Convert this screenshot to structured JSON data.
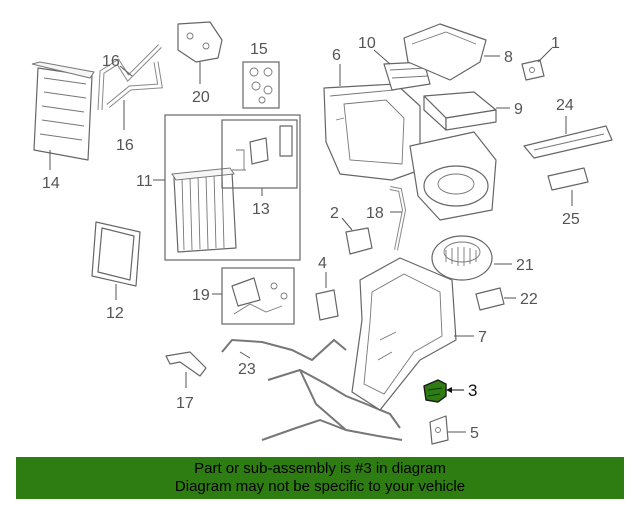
{
  "callouts": {
    "c1": "1",
    "c2": "2",
    "c3": "3",
    "c4": "4",
    "c5": "5",
    "c6": "6",
    "c7": "7",
    "c8": "8",
    "c9": "9",
    "c10": "10",
    "c11": "11",
    "c12": "12",
    "c13": "13",
    "c14": "14",
    "c15": "15",
    "c16a": "16",
    "c16b": "16",
    "c17": "17",
    "c18": "18",
    "c19": "19",
    "c20": "20",
    "c21": "21",
    "c22": "22",
    "c23": "23",
    "c24": "24",
    "c25": "25"
  },
  "highlight": {
    "part_number": "3",
    "color": "#2e7d12"
  },
  "banner": {
    "line1": "Part or sub-assembly is #3 in diagram",
    "line2": "Diagram may not be specific to your vehicle",
    "background": "#2e7d12"
  }
}
